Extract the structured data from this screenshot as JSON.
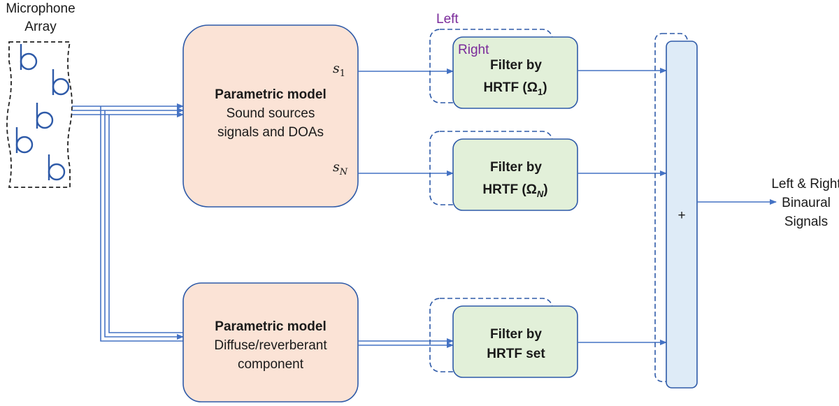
{
  "mic_array": {
    "label_line1": "Microphone",
    "label_line2": "Array",
    "mic_count": 5
  },
  "param_model_sources": {
    "title": "Parametric model",
    "line2": "Sound sources",
    "line3": "signals and DOAs",
    "out_first": "s",
    "out_first_sub": "1",
    "out_last": "s",
    "out_last_sub": "N"
  },
  "param_model_diffuse": {
    "title": "Parametric model",
    "line2": "Diffuse/reverberant",
    "line3": "component"
  },
  "channel_labels": {
    "left": "Left",
    "right": "Right"
  },
  "filter_1": {
    "line1": "Filter by",
    "line2_prefix": "HRTF (Ω",
    "line2_sub": "1",
    "line2_suffix": ")"
  },
  "filter_n": {
    "line1": "Filter by",
    "line2_prefix": "HRTF (Ω",
    "line2_sub": "N",
    "line2_suffix": ")"
  },
  "filter_set": {
    "line1": "Filter by",
    "line2": "HRTF set"
  },
  "summer": {
    "symbol": "+"
  },
  "output": {
    "line1": "Left & Right",
    "line2": "Binaural",
    "line3": "Signals"
  },
  "colors": {
    "arrow": "#4472c4",
    "box_border": "#2e5aa8",
    "param_fill": "#fbe3d6",
    "filter_fill": "#e2f0d9",
    "summer_fill": "#deebf7",
    "label_purple": "#7a2a9a",
    "mic_border": "#222222"
  }
}
